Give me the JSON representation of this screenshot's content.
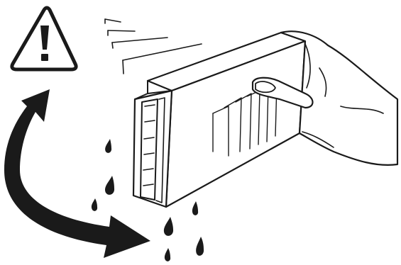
{
  "illustration": {
    "subject": "ink-cartridge-shake-instruction",
    "warning_symbol": "exclamation-triangle",
    "motion_indicator": "curved-double-arrow",
    "shake_lines_count": 4,
    "drops_count": 7,
    "colors": {
      "ink": "#1a1a1a",
      "paper": "#ffffff"
    }
  }
}
